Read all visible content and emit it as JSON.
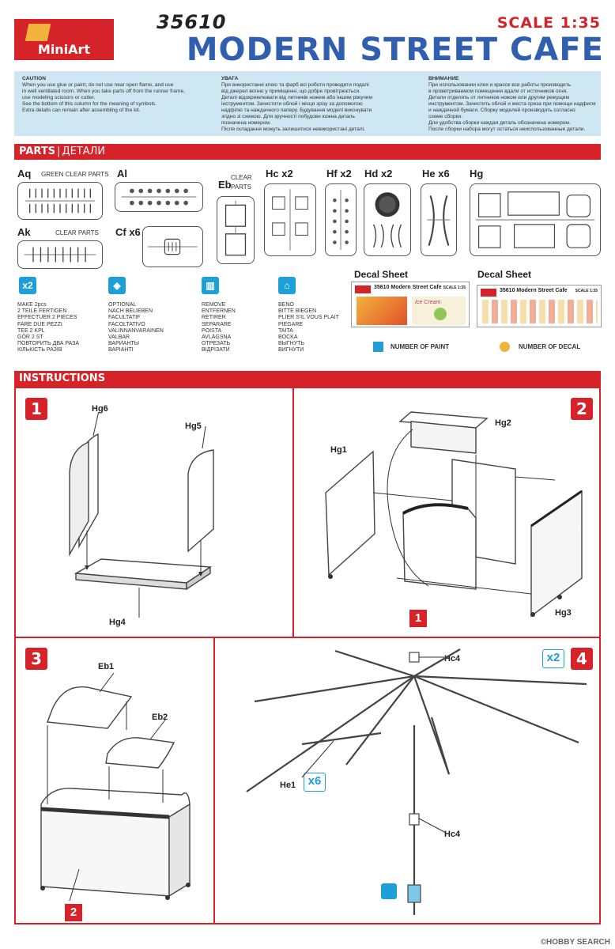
{
  "header": {
    "logo": "MiniArt",
    "kit_number": "35610",
    "scale": "SCALE 1:35",
    "title": "MODERN STREET CAFE"
  },
  "caution": {
    "english": {
      "heading": "CAUTION",
      "lines": [
        "When you use glue or paint, do not use near open flame, and use",
        "in well ventilated room. When you take parts off from the runner frame,",
        "use modeling scissors or cutter.",
        "See the bottom of this column for the meaning of symbols.",
        "Extra details can remain after assembling of the kit."
      ]
    },
    "ukrainian": {
      "heading": "УВАГА",
      "lines": [
        "При використанні клею та фарб всі роботи проводити подалі",
        "від джерел вогню у приміщенні, що добре провітрюється.",
        "Деталі відокремлювати від литників ножем або іншим ріжучим",
        "інструментом. Зачистити облой і місця зрізу за допомогою",
        "надфілю та наждачного паперу. Будування моделі виконувати",
        "згідно зі схемою. Для зручності побудови кожна деталь",
        "позначена номером.",
        "Після складання можуть залишитися невикористані деталі."
      ]
    },
    "russian": {
      "heading": "ВНИМАНИЕ",
      "lines": [
        "При использовании клея и красок все работы производить",
        "в проветриваемом помещении вдали от источников огня.",
        "Детали отделять от литников ножом или другим режущим",
        "инструментом. Зачистить облой и места среза при помощи надфиля",
        "и наждачной бумаги. Сборку моделей производить согласно",
        "схеме сборки.",
        "Для удобства сборки каждая деталь обозначена номером.",
        "После сборки набора могут остаться неиспользованные детали."
      ]
    }
  },
  "parts_bar": {
    "label": "PARTS",
    "separator": "|",
    "sub": "ДЕТАЛИ"
  },
  "sprues": {
    "aq": {
      "label": "Aq",
      "sub": "GREEN CLEAR PARTS"
    },
    "al": {
      "label": "Al"
    },
    "ak": {
      "label": "Ak",
      "sub": "CLEAR PARTS"
    },
    "cf": {
      "label": "Cf x6"
    },
    "eb": {
      "label": "Eb",
      "sub1": "CLEAR",
      "sub2": "PARTS"
    },
    "hc": {
      "label": "Hc x2"
    },
    "hf": {
      "label": "Hf x2"
    },
    "hd": {
      "label": "Hd x2"
    },
    "he": {
      "label": "He x6"
    },
    "hg": {
      "label": "Hg"
    }
  },
  "symbols": {
    "make": {
      "icon": "x2-icon",
      "glyph": "x2",
      "lines": [
        "MAKE 2pcs",
        "2 TEILE FERTIGEN",
        "EFFECTUER 2 PIECES",
        "FARE DUE PEZZI",
        "TEE 2 KPL",
        "GÖR 2 ST",
        "ПОВТОРИТЬ ДВА РАЗА",
        "КІЛЬКІСТЬ РАЗІВ"
      ]
    },
    "optional": {
      "icon": "optional-icon",
      "glyph": "◈",
      "lines": [
        "OPTIONAL",
        "NACH BELIEBEN",
        "FACULTATIF",
        "FACOLTATIVO",
        "VALINNANVARAINEN",
        "VALBAR",
        "ВАРИАНТЫ",
        "ВАРІАНТІ"
      ]
    },
    "remove": {
      "icon": "remove-icon",
      "glyph": "▥",
      "lines": [
        "REMOVE",
        "ENTFERNEN",
        "RETIRER",
        "SEPARARE",
        "POISTA",
        "AVLÄGSNA",
        "ОТРЕЗАТЬ",
        "ВІДРІЗАТИ"
      ]
    },
    "bend": {
      "icon": "bend-icon",
      "glyph": "⌂",
      "lines": [
        "BENO",
        "BITTE BIEGEN",
        "PLIER S'IL VOUS PLAIT",
        "PIEGARE",
        "TAITA",
        "BOCKA",
        "ВЫГНУТЬ",
        "ВИГНУТИ"
      ]
    }
  },
  "decals": {
    "heading": "Decal Sheet",
    "sheet1_title": "35610 Modern Street Cafe",
    "sheet1_scale": "SCALE 1:35",
    "sheet1_brand": "Ice Cream",
    "sheet2_title": "35610 Modern Street Cafe",
    "sheet2_scale": "SCALE 1:35",
    "legend_paint": "NUMBER OF PAINT",
    "legend_decal": "NUMBER OF DECAL"
  },
  "instructions_bar": {
    "label": "INSTRUCTIONS"
  },
  "steps": {
    "s1": {
      "num": "1",
      "parts": [
        "Hg6",
        "Hg5",
        "Hg4"
      ]
    },
    "s2": {
      "num": "2",
      "parts": [
        "Hg2",
        "Hg1",
        "Hg3"
      ],
      "callout": "1"
    },
    "s3": {
      "num": "3",
      "parts": [
        "Eb1",
        "Eb2"
      ],
      "callout": "2"
    },
    "s4": {
      "num": "4",
      "parts": [
        "Hc4",
        "He1",
        "Hc4"
      ],
      "x_total": "x2",
      "x_he": "x6"
    }
  },
  "watermark": "©HOBBY SEARCH",
  "colors": {
    "brand_red": "#d6232a",
    "title_blue": "#2f5fae",
    "caution_bg": "#cfe6f3",
    "symbol_blue": "#1e9fd8",
    "decal_orange": "#f2b33d"
  }
}
